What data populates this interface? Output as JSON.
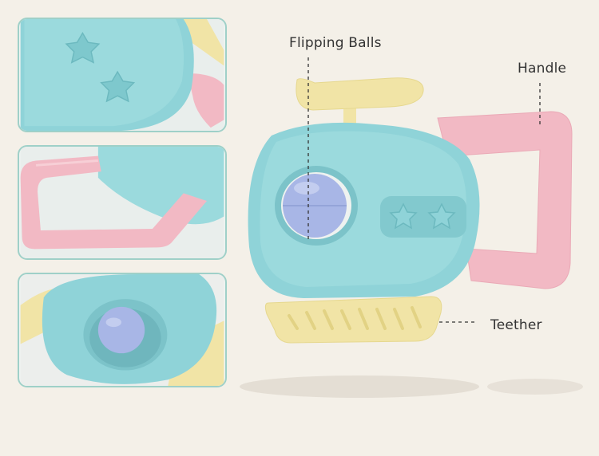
{
  "callouts": {
    "flipping_balls": "Flipping Balls",
    "handle": "Handle",
    "teether": "Teether"
  },
  "colors": {
    "background": "#f4f0e8",
    "body_blue": "#8fd3d8",
    "handle_pink": "#f2b9c4",
    "teether_yellow": "#f1e4a6",
    "ball_lavender": "#a8b6e6",
    "frame": "#9fd0c8"
  }
}
